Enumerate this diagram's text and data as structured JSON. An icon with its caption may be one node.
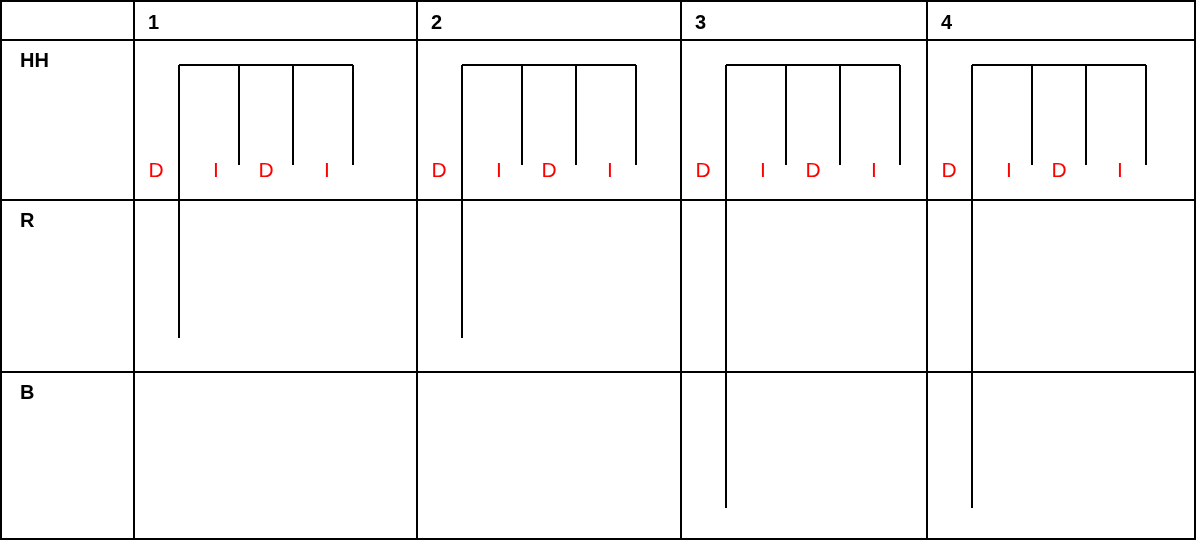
{
  "diagram": {
    "labels": [
      "1",
      "2",
      "3",
      "4",
      "HH",
      "D",
      "I",
      "D",
      "I",
      "D",
      "I",
      "D",
      "I",
      "D",
      "I",
      "D",
      "I",
      "D",
      "I",
      "D",
      "I",
      "R",
      "B"
    ]
  }
}
